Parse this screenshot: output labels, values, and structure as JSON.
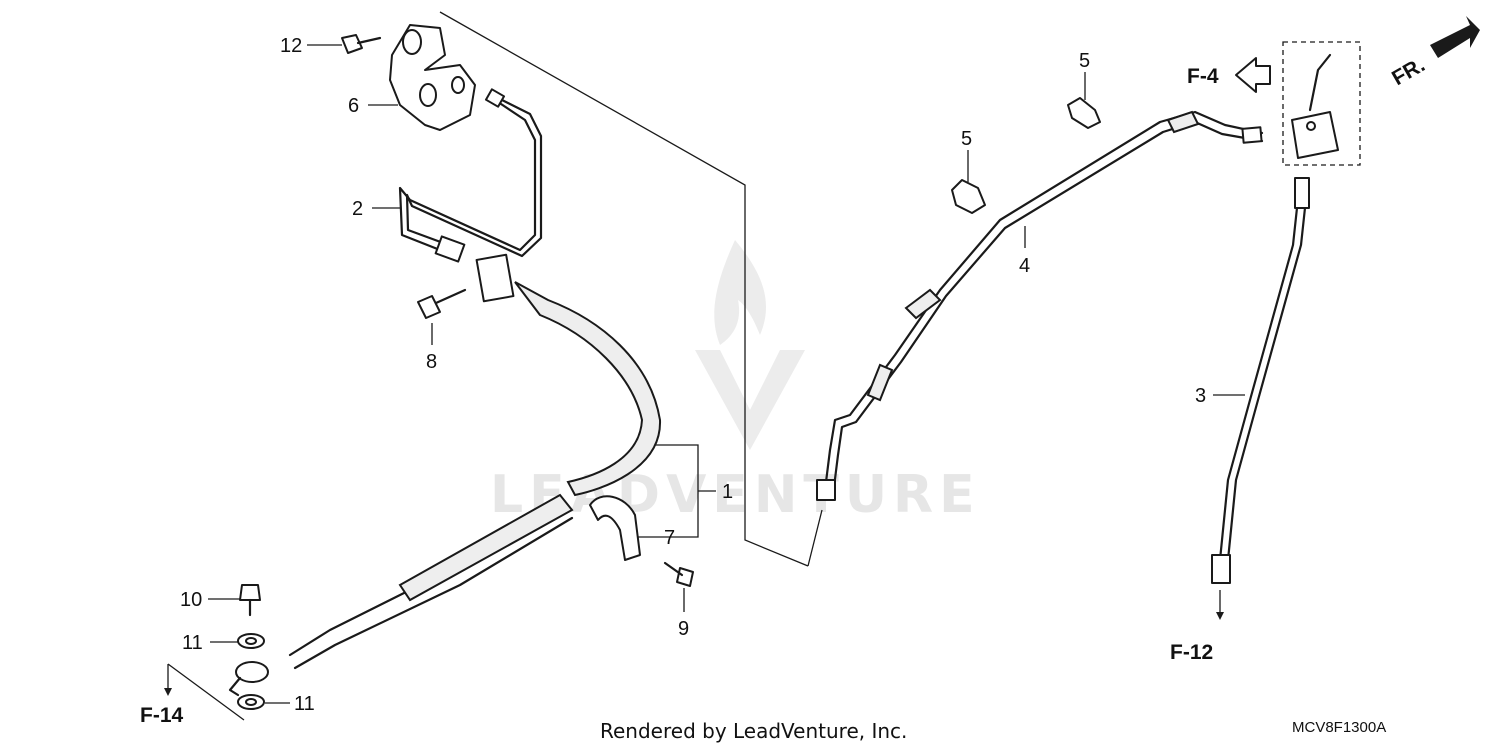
{
  "callouts": {
    "c1": "1",
    "c2": "2",
    "c3": "3",
    "c4": "4",
    "c5a": "5",
    "c5b": "5",
    "c6": "6",
    "c7": "7",
    "c8": "8",
    "c9": "9",
    "c10": "10",
    "c11a": "11",
    "c11b": "11",
    "c12": "12"
  },
  "refs": {
    "f4": "F-4",
    "f12": "F-12",
    "f14": "F-14",
    "front": "FR."
  },
  "footer": {
    "rendered_by": "Rendered by LeadVenture, Inc.",
    "diagram_code": "MCV8F1300A"
  },
  "watermark": {
    "text": "LEADVENTURE"
  },
  "colors": {
    "line": "#1a1a1a",
    "watermark": "#e6e6e6"
  }
}
